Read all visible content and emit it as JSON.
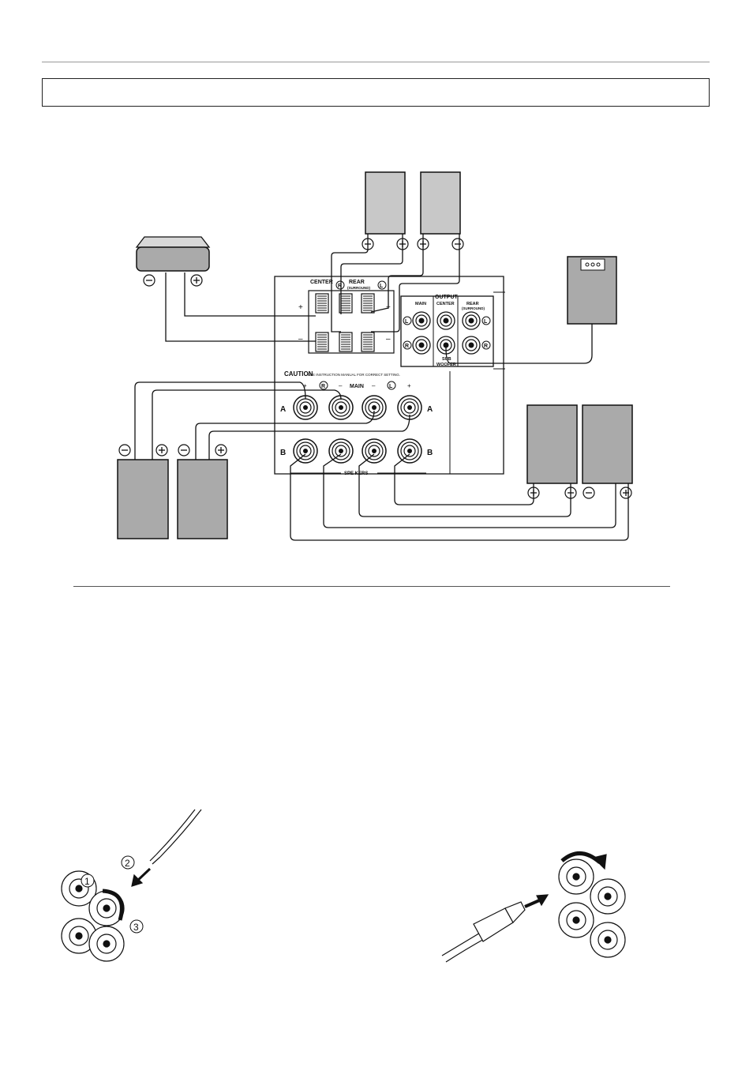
{
  "panel": {
    "center_label": "CENTER",
    "rear_label": "REAR",
    "surround_label": "(SURROUND)",
    "output_label": "OUTPUT",
    "main_col": "MAIN",
    "center_col": "CENTER",
    "rear_col": "REAR",
    "rear_sub": "(SURROUND)",
    "sub_label_1": "SUB",
    "sub_label_2": "WOOFER",
    "caution": "CAUTION",
    "caution_text": "SEE INSTRUCTION MANUAL FOR CORRECT SETTING.",
    "main_label": "MAIN",
    "speakers_label": "SPE     KERS",
    "row_a": "A",
    "row_b": "B",
    "plus": "+",
    "minus": "–",
    "R": "R",
    "L": "L"
  },
  "bottom": {
    "step1": "1",
    "step2": "2",
    "step3": "3"
  }
}
